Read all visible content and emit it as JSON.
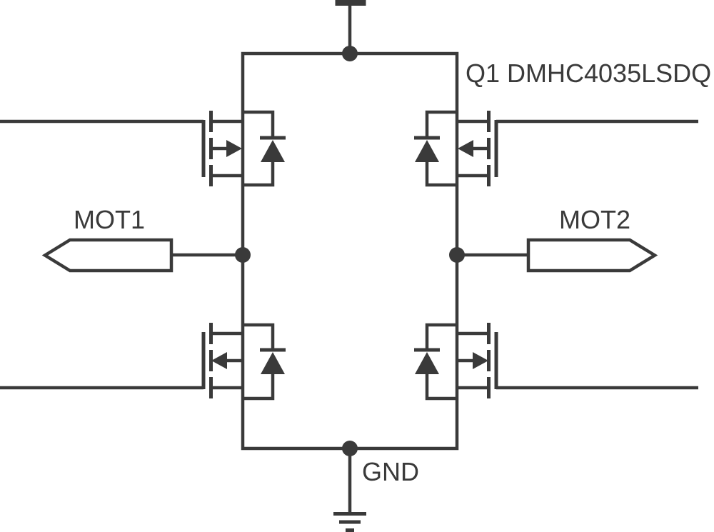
{
  "schematic": {
    "part_label": "Q1 DMHC4035LSDQ",
    "net_flags": {
      "mot1": "MOT1",
      "mot2": "MOT2"
    },
    "ground_label": "GND",
    "colors": {
      "background": "#ffffff",
      "line": "#3a3a3a"
    },
    "symbols": {
      "power": "vcc-t-bar",
      "ground": "earth-ground",
      "junction_dots": 4,
      "topology": "h-bridge",
      "transistors": [
        {
          "position": "top-left",
          "channel": "P",
          "symbol": "mosfet-with-body-diode"
        },
        {
          "position": "top-right",
          "channel": "P",
          "symbol": "mosfet-with-body-diode"
        },
        {
          "position": "bottom-left",
          "channel": "N",
          "symbol": "mosfet-with-body-diode"
        },
        {
          "position": "bottom-right",
          "channel": "N",
          "symbol": "mosfet-with-body-diode"
        }
      ]
    }
  }
}
